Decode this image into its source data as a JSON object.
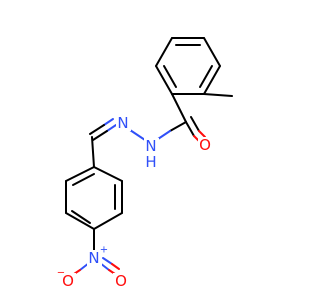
{
  "molecule": {
    "atoms": {
      "carbonyl_oxygen": "O",
      "amide_nitrogen": "N",
      "amide_hydrogen": "H",
      "imine_nitrogen": "N",
      "nitro_nitrogen": "N",
      "nitro_plus": "+",
      "nitro_oxygen_left": "O",
      "nitro_minus": "−",
      "nitro_oxygen_right": "O"
    },
    "colors": {
      "carbon": "#000000",
      "nitrogen": "#3050f8",
      "oxygen": "#ff0d0d"
    }
  }
}
